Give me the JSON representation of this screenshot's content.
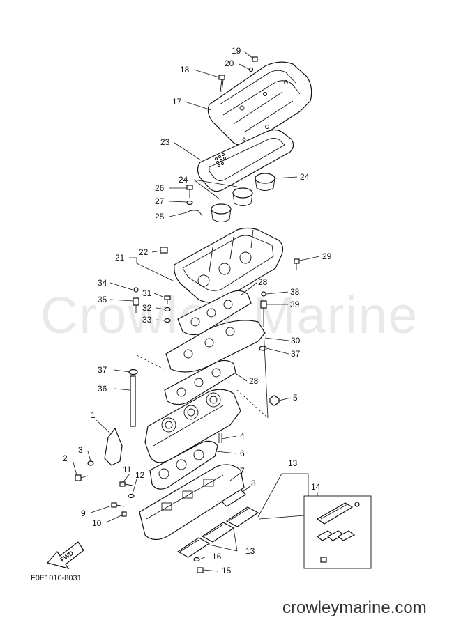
{
  "watermark": "Crowley Marine",
  "diagram_ref": "F0E1010-8031",
  "site": "crowleymarine.com",
  "fwd_label": "FWD",
  "callouts": {
    "n1": "1",
    "n2": "2",
    "n3": "3",
    "n4": "4",
    "n5": "5",
    "n6": "6",
    "n7": "7",
    "n8": "8",
    "n9": "9",
    "n10": "10",
    "n11": "11",
    "n12": "12",
    "n13a": "13",
    "n13b": "13",
    "n14": "14",
    "n15": "15",
    "n16": "16",
    "n17": "17",
    "n18": "18",
    "n19": "19",
    "n20": "20",
    "n21": "21",
    "n22": "22",
    "n23": "23",
    "n24a": "24",
    "n24b": "24",
    "n25": "25",
    "n26": "26",
    "n27": "27",
    "n28a": "28",
    "n28b": "28",
    "n29": "29",
    "n30": "30",
    "n31": "31",
    "n32": "32",
    "n33": "33",
    "n34": "34",
    "n35": "35",
    "n36": "36",
    "n37a": "37",
    "n37b": "37",
    "n38": "38",
    "n39": "39"
  }
}
